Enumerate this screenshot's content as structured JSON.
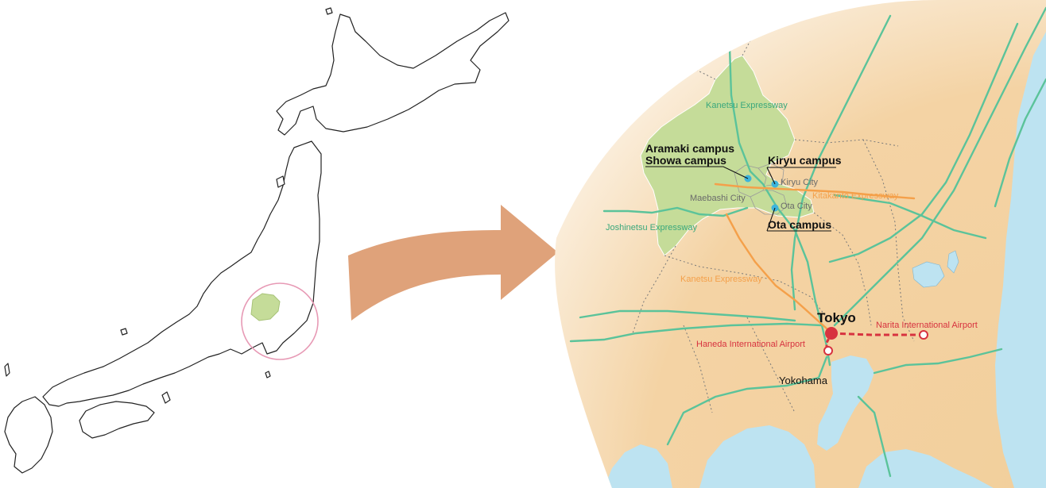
{
  "colors": {
    "sea": "#bde3f1",
    "land": "#f2cf9c",
    "gunma": "#c5dc99",
    "expressway_green": "#5bc39a",
    "expressway_orange": "#f4a04a",
    "rail_red": "#d7323f",
    "arrow": "#dfa27a",
    "circle": "#e79ab5",
    "campus_dot": "#3cb4dc"
  },
  "overview_map": {
    "highlight": "Gunma Prefecture"
  },
  "regional_map": {
    "campuses": {
      "aramaki": "Aramaki campus",
      "showa": "Showa campus",
      "kiryu": "Kiryu campus",
      "ota": "Ota campus"
    },
    "cities": {
      "maebashi": "Maebashi City",
      "kiryu": "Kiryu City",
      "ota": "Ota City",
      "tokyo": "Tokyo",
      "yokohama": "Yokohama"
    },
    "expressways": {
      "kanetsu_north": "Kanetsu Expressway",
      "kanetsu_south": "Kanetsu Expressway",
      "kitakanto": "Kitakantō Expressway",
      "joshinetsu": "Joshinetsu Expressway"
    },
    "airports": {
      "haneda": "Haneda International Airport",
      "narita": "Narita International Airport"
    }
  }
}
